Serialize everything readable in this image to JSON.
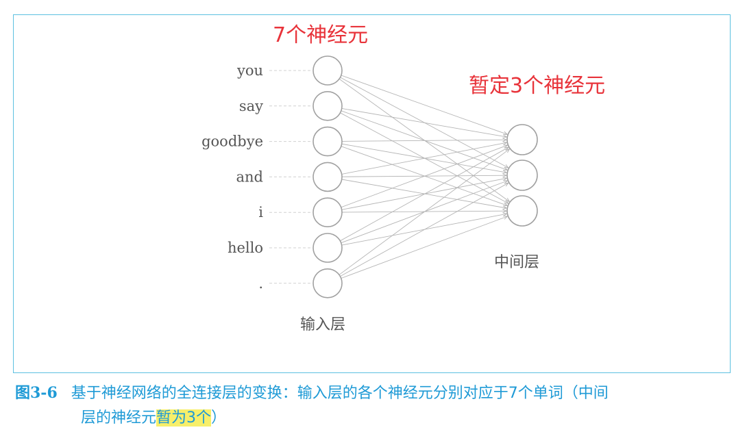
{
  "diagram": {
    "input_layer": {
      "heading": "7个神经元",
      "label": "输入层",
      "words": [
        "you",
        "say",
        "goodbye",
        "and",
        "i",
        "hello",
        "."
      ]
    },
    "middle_layer": {
      "heading": "暂定3个神经元",
      "label": "中间层",
      "count": 3
    },
    "colors": {
      "heading": "#e8333a",
      "frame": "#5bc0e0",
      "caption": "#1e9ad6",
      "highlight": "#f7ef6a"
    }
  },
  "caption": {
    "number": "图3-6",
    "text_line1": "基于神经网络的全连接层的变换：输入层的各个神经元分别对应于7个单词（中间",
    "text_line2_a": "层的神经元",
    "text_line2_highlight": "暂为3个",
    "text_line2_b": "）"
  }
}
